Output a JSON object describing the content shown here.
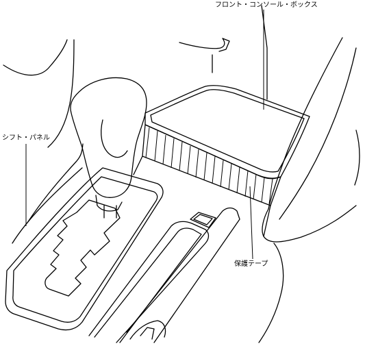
{
  "labels": {
    "front_console_box": "フロント・コンソール・ボックス",
    "shift_panel": "シフト・パネル",
    "protective_tape": "保護テープ"
  }
}
